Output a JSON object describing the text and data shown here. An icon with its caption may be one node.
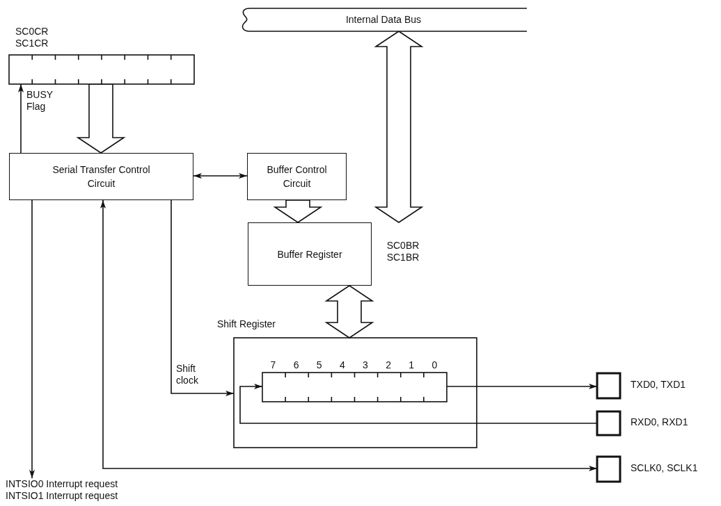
{
  "diagram": {
    "nodes": [
      {
        "text": [
          "Internal Data Bus"
        ]
      },
      {
        "text": [
          "SC0CR SC1CR"
        ]
      },
      {
        "text": [
          "Serial Transfer Control Circuit"
        ]
      },
      {
        "text": [
          "Buffer Control Circuit"
        ]
      },
      {
        "text": [
          "Buffer Register"
        ],
        "beside": [
          "SC0BR SC1BR"
        ]
      },
      {
        "text": [
          "Shift Register"
        ]
      },
      {
        "text": [],
        "shape": "box",
        "in": 5,
        "beside": [
          "7",
          "6",
          "5",
          "4",
          "3",
          "2",
          "1",
          "0"
        ]
      },
      {
        "text": [],
        "shape": "box",
        "beside": [
          "TXD0, TXD1"
        ]
      },
      {
        "text": [],
        "shape": "box",
        "beside": [
          "RXD0, RXD1"
        ]
      },
      {
        "text": [],
        "shape": "box",
        "beside": [
          "SCLK0, SCLK1"
        ]
      },
      {
        "text": [
          "INTSIO0 Interrupt request",
          "INTSIO1 Interrupt request"
        ]
      }
    ],
    "edges": [
      {
        "from": 2,
        "to": 1,
        "arrow": "to",
        "label": "BUSY Flag"
      },
      {
        "from": 1,
        "to": 2,
        "arrow": "to",
        "style": "thick"
      },
      {
        "from": 2,
        "to": 3,
        "arrow": "both"
      },
      {
        "from": 3,
        "to": 4,
        "arrow": "to",
        "style": "thick"
      },
      {
        "from": 0,
        "to": 4,
        "arrow": "both",
        "style": "thick"
      },
      {
        "from": 4,
        "to": 5,
        "arrow": "both",
        "style": "thick"
      },
      {
        "from": 2,
        "to": 5,
        "arrow": "to",
        "label": "Shift clock"
      },
      {
        "from": 6,
        "to": 7,
        "arrow": "to"
      },
      {
        "from": 8,
        "to": 6,
        "arrow": "to"
      },
      {
        "from": 2,
        "to": 10,
        "arrow": "to"
      },
      {
        "from": 2,
        "to": 9,
        "arrow": "both"
      }
    ]
  }
}
